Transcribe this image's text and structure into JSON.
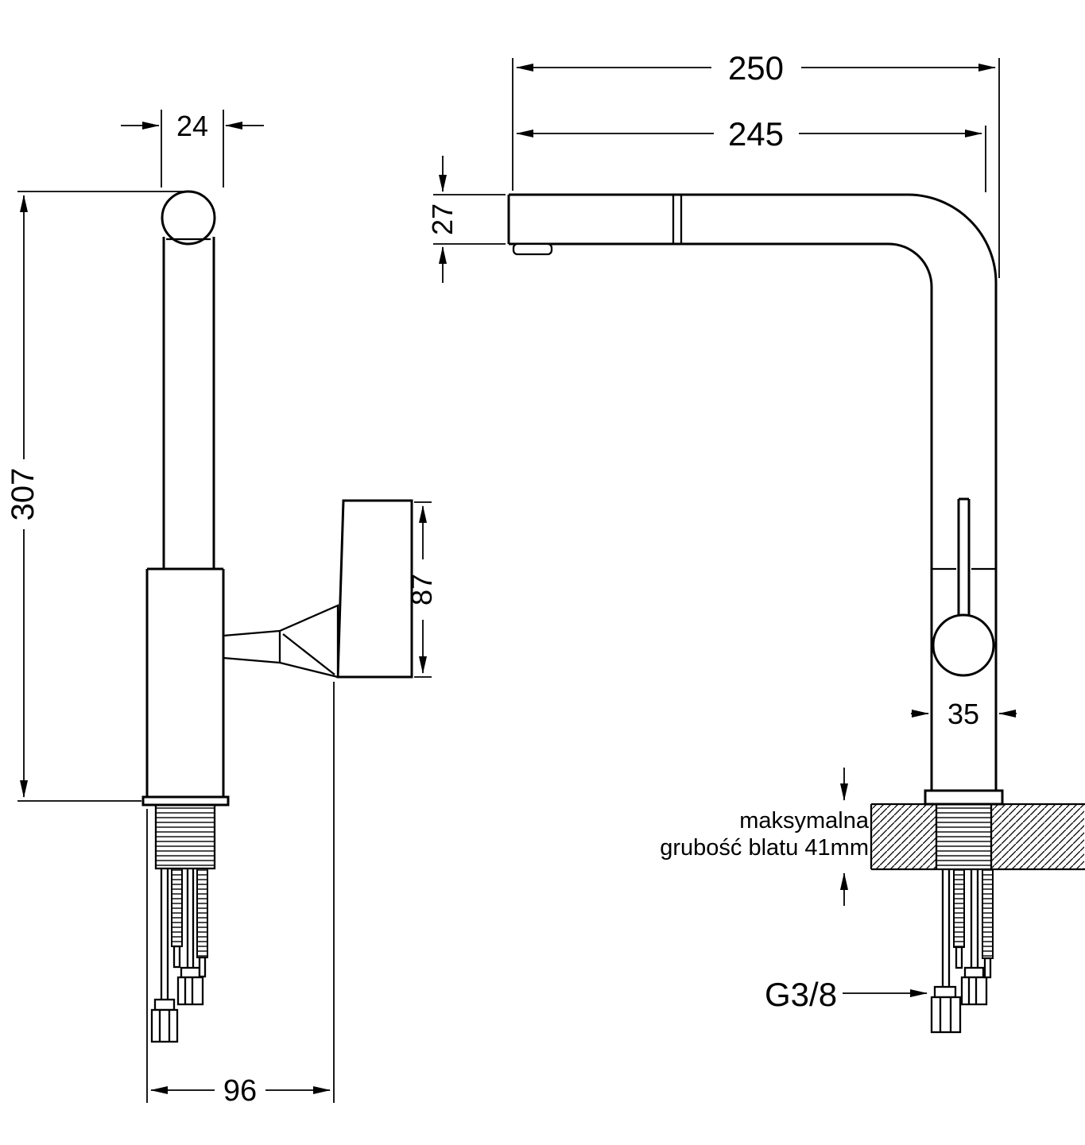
{
  "drawing_colors": {
    "line": "#000000",
    "background": "#ffffff"
  },
  "side_view": {
    "spout_width": "24",
    "total_height": "307",
    "handle_height": "87",
    "base_depth": "96"
  },
  "front_view": {
    "total_reach": "250",
    "spout_reach": "245",
    "spout_height": "27",
    "body_diameter": "35",
    "counter_note_line1": "maksymalna",
    "counter_note_line2": "grubość blatu 41mm",
    "connector_thread": "G3/8"
  }
}
